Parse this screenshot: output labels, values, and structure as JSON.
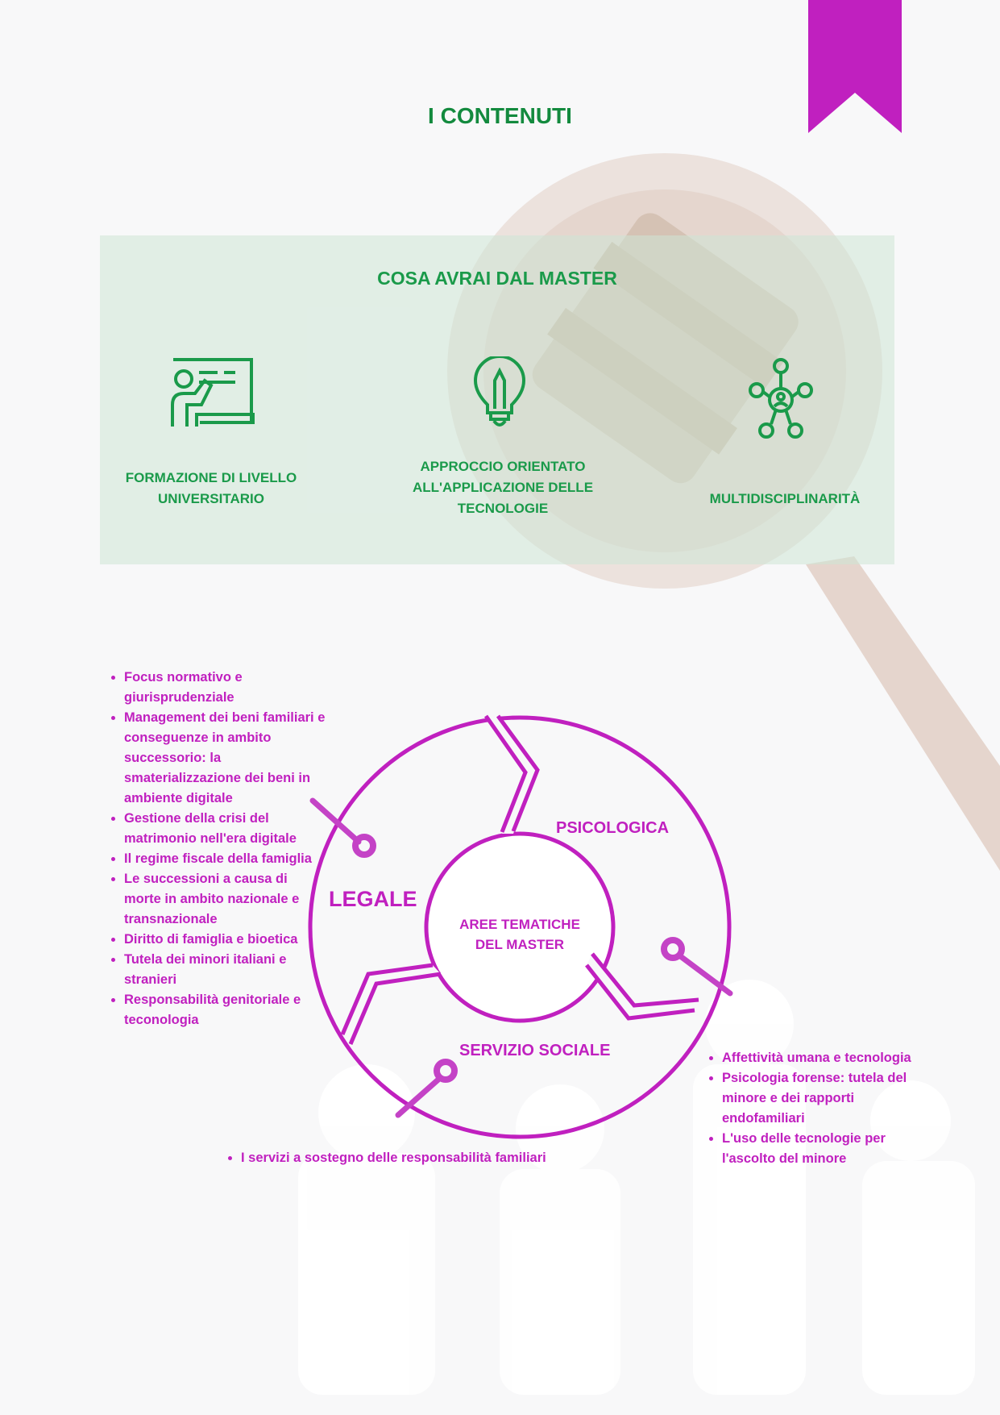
{
  "header": {
    "title": "I CONTENUTI"
  },
  "panel": {
    "title": "COSA AVRAI DAL MASTER",
    "features": [
      {
        "icon": "teacher-presentation-icon",
        "label_lines": [
          "FORMAZIONE DI LIVELLO",
          "UNIVERSITARIO"
        ]
      },
      {
        "icon": "lightbulb-pencil-icon",
        "label_lines": [
          "APPROCCIO ORIENTATO",
          "ALL'APPLICAZIONE DELLE",
          "TECNOLOGIE"
        ]
      },
      {
        "icon": "network-people-icon",
        "label_lines": [
          "MULTIDISCIPLINARITÀ"
        ]
      }
    ]
  },
  "diagram": {
    "center_lines": [
      "AREE TEMATICHE",
      "DEL MASTER"
    ],
    "segments": {
      "legale": "LEGALE",
      "psicologica": "PSICOLOGICA",
      "sociale": "SERVIZIO SOCIALE"
    }
  },
  "lists": {
    "legale": [
      "Focus normativo e giurisprudenziale",
      "Management dei beni familiari e conseguenze in ambito successorio: la smaterializzazione dei beni in ambiente digitale",
      "Gestione della crisi del matrimonio nell'era digitale",
      "Il regime fiscale della famiglia",
      "Le successioni a causa di morte in ambito nazionale e transnazionale",
      "Diritto di famiglia e bioetica",
      "Tutela dei minori italiani e stranieri",
      "Responsabilità genitoriale e teconologia"
    ],
    "sociale": [
      "I servizi a sostegno delle responsabilità familiari"
    ],
    "psicologica": [
      "Affettività umana e tecnologia",
      "Psicologia forense: tutela del minore e dei rapporti endofamiliari",
      "L'uso delle tecnologie per l'ascolto del minore"
    ]
  },
  "colors": {
    "green": "#1a9a4a",
    "magenta": "#c020bf"
  }
}
